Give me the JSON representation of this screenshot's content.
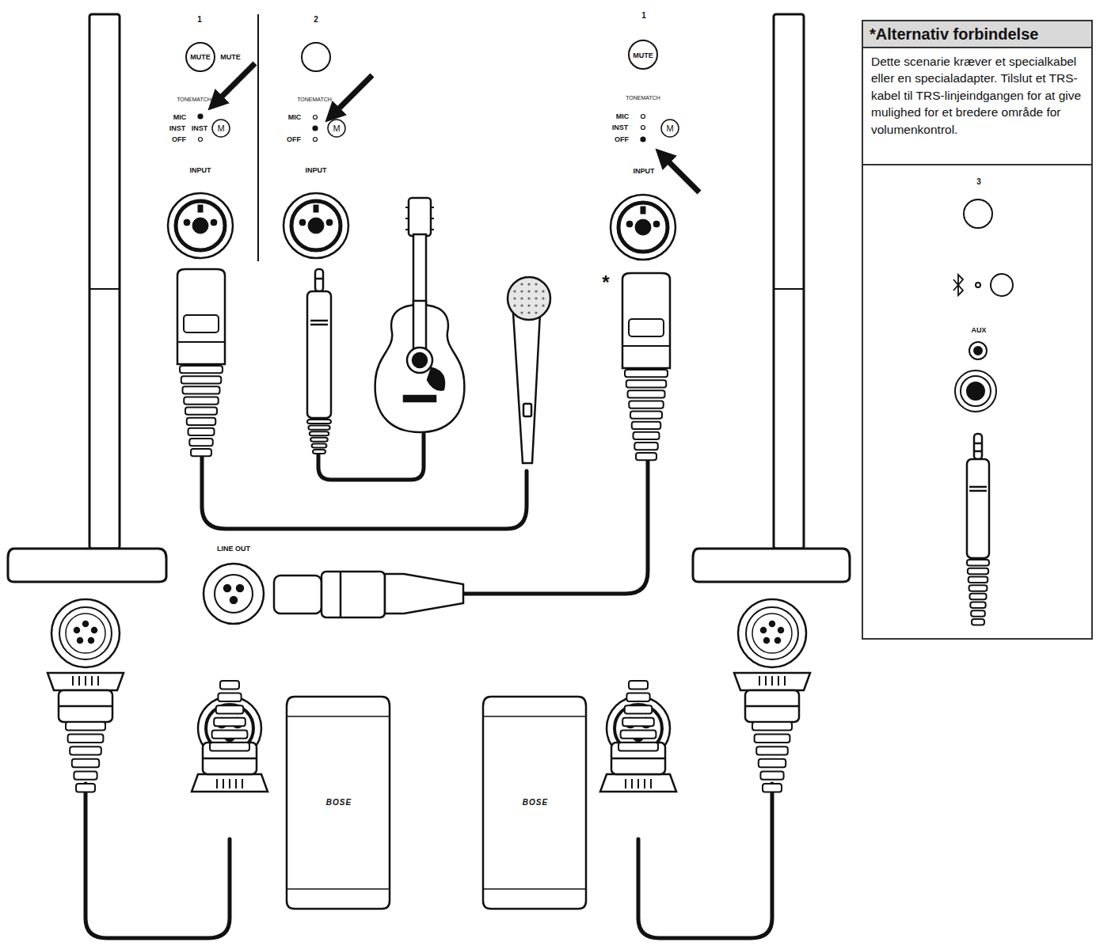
{
  "diagram": {
    "nodes": [
      {
        "text": [
          "*Alternativ forbindelse",
          "Dette scenarie kræver et specialkabel eller en specialadapter. Tilslut et TRS-kabel til TRS-linjeindgangen for at give mulighed for et bredere område for volumenkontrol."
        ]
      },
      {
        "text": [
          "3",
          "AUX"
        ],
        "in": 0
      }
    ],
    "labels": [
      "1",
      "MUTE",
      "MUTE",
      "TONEMATCH",
      "M",
      "MIC",
      "INST",
      "INST",
      "OFF",
      "INPUT",
      "2",
      "TONEMATCH",
      "M",
      "MIC",
      "OFF",
      "INPUT",
      "1",
      "MUTE",
      "TONEMATCH",
      "M",
      "MIC",
      "INST",
      "OFF",
      "INPUT",
      "*",
      "LINE OUT",
      "BOSE",
      "BOSE"
    ]
  }
}
